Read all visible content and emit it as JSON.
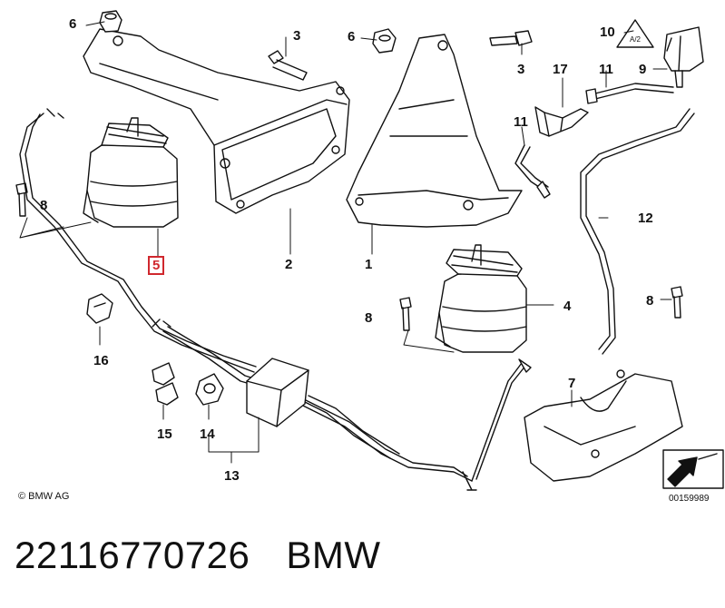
{
  "callouts": {
    "c1": "1",
    "c2": "2",
    "c3a": "3",
    "c3b": "3",
    "c4": "4",
    "c5": "5",
    "c6a": "6",
    "c6b": "6",
    "c7": "7",
    "c8a": "8",
    "c8b": "8",
    "c8c": "8",
    "c9": "9",
    "c10": "10",
    "c11a": "11",
    "c11b": "11",
    "c12": "12",
    "c13": "13",
    "c14": "14",
    "c15": "15",
    "c16": "16",
    "c17": "17"
  },
  "copyright": "© BMW AG",
  "diagram_number": "00159989",
  "footer": {
    "part_number": "22116770726",
    "brand": "BMW"
  },
  "colors": {
    "highlight": "#d0282e",
    "line": "#111111"
  }
}
